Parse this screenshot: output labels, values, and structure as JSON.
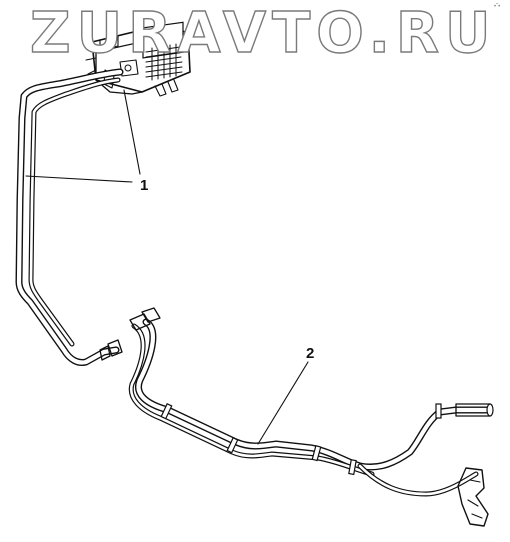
{
  "watermark": {
    "text": "ZURAVTO.RU"
  },
  "corner_mark": {
    "text": "•˜•"
  },
  "callouts": [
    {
      "label": "1"
    },
    {
      "label": "2"
    }
  ]
}
